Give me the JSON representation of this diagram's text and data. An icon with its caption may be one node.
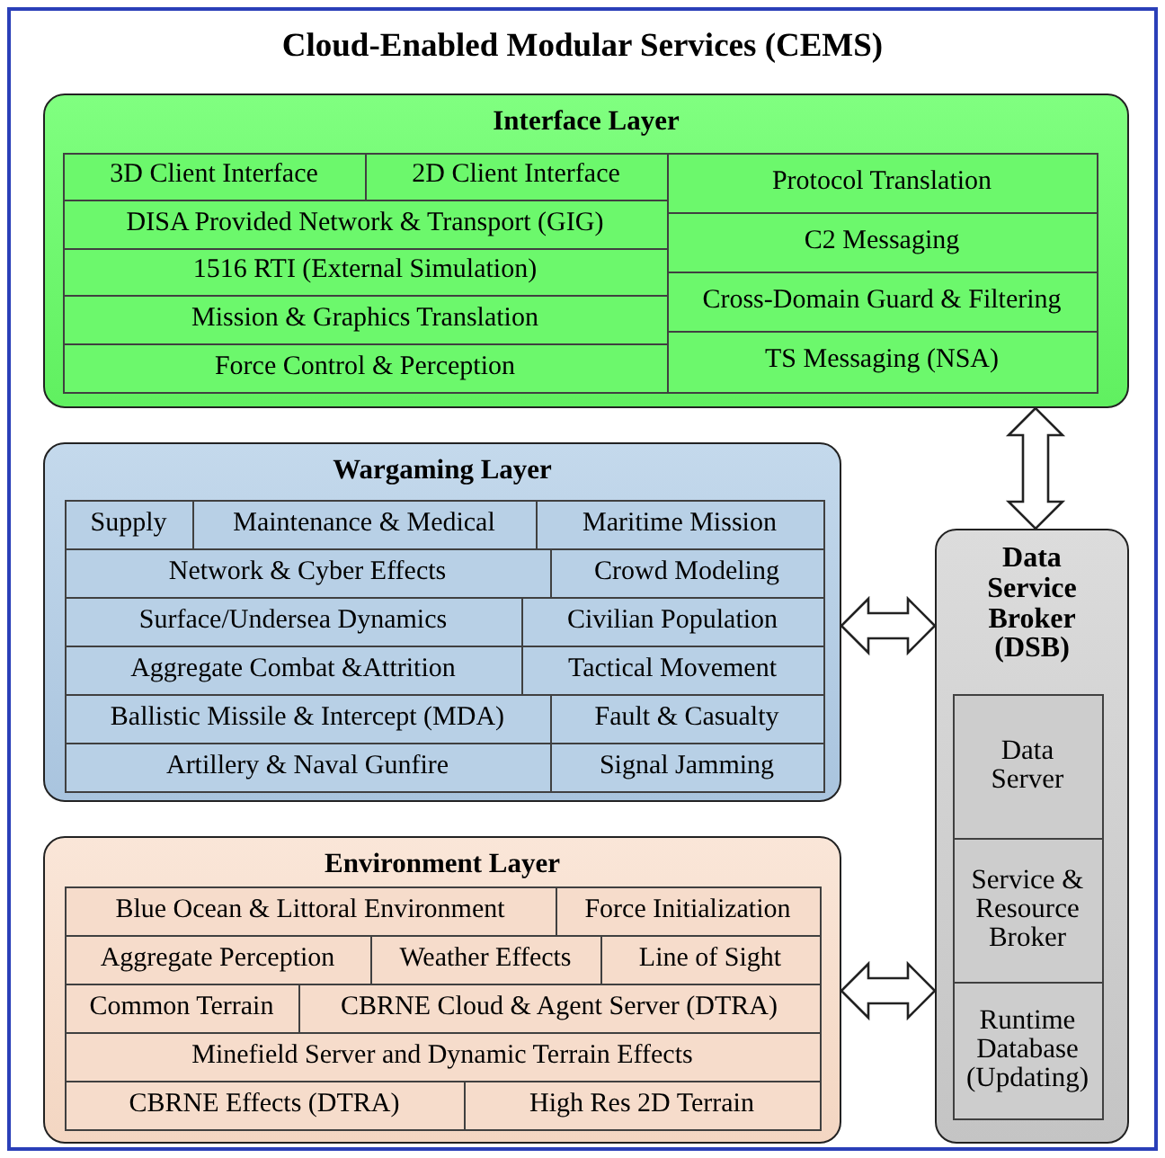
{
  "diagram": {
    "nodes": [
      {
        "text": [
          "Cloud-Enabled Modular Services (CEMS)"
        ]
      },
      {
        "text": [
          "Interface Layer"
        ],
        "in": 0
      },
      {
        "text": [
          "3D Client Interface"
        ],
        "in": 1
      },
      {
        "text": [
          "2D Client Interface"
        ],
        "in": 1
      },
      {
        "text": [
          "Protocol Translation"
        ],
        "in": 1
      },
      {
        "text": [
          "DISA Provided Network & Transport (GIG)"
        ],
        "in": 1
      },
      {
        "text": [
          "C2 Messaging"
        ],
        "in": 1
      },
      {
        "text": [
          "1516 RTI (External Simulation)"
        ],
        "in": 1
      },
      {
        "text": [
          "Cross-Domain Guard & Filtering"
        ],
        "in": 1
      },
      {
        "text": [
          "Mission & Graphics Translation"
        ],
        "in": 1
      },
      {
        "text": [
          "Force Control & Perception"
        ],
        "in": 1
      },
      {
        "text": [
          "TS Messaging (NSA)"
        ],
        "in": 1
      },
      {
        "text": [
          "Wargaming Layer"
        ],
        "in": 0
      },
      {
        "text": [
          "Supply"
        ],
        "in": 12
      },
      {
        "text": [
          "Maintenance & Medical"
        ],
        "in": 12
      },
      {
        "text": [
          "Maritime Mission"
        ],
        "in": 12
      },
      {
        "text": [
          "Network & Cyber Effects"
        ],
        "in": 12
      },
      {
        "text": [
          "Crowd Modeling"
        ],
        "in": 12
      },
      {
        "text": [
          "Surface/Undersea Dynamics"
        ],
        "in": 12
      },
      {
        "text": [
          "Civilian Population"
        ],
        "in": 12
      },
      {
        "text": [
          "Aggregate Combat &Attrition"
        ],
        "in": 12
      },
      {
        "text": [
          "Tactical Movement"
        ],
        "in": 12
      },
      {
        "text": [
          "Ballistic Missile & Intercept (MDA)"
        ],
        "in": 12
      },
      {
        "text": [
          "Fault & Casualty"
        ],
        "in": 12
      },
      {
        "text": [
          "Artillery & Naval Gunfire"
        ],
        "in": 12
      },
      {
        "text": [
          "Signal Jamming"
        ],
        "in": 12
      },
      {
        "text": [
          "Environment Layer"
        ],
        "in": 0
      },
      {
        "text": [
          "Blue Ocean & Littoral Environment"
        ],
        "in": 26
      },
      {
        "text": [
          "Force Initialization"
        ],
        "in": 26
      },
      {
        "text": [
          "Aggregate Perception"
        ],
        "in": 26
      },
      {
        "text": [
          "Weather Effects"
        ],
        "in": 26
      },
      {
        "text": [
          "Line of Sight"
        ],
        "in": 26
      },
      {
        "text": [
          "Common Terrain"
        ],
        "in": 26
      },
      {
        "text": [
          "CBRNE Cloud & Agent Server (DTRA)"
        ],
        "in": 26
      },
      {
        "text": [
          "Minefield Server and Dynamic Terrain Effects"
        ],
        "in": 26
      },
      {
        "text": [
          "CBRNE Effects (DTRA)"
        ],
        "in": 26
      },
      {
        "text": [
          "High Res 2D Terrain"
        ],
        "in": 26
      },
      {
        "text": [
          "Data Service Broker (DSB)"
        ],
        "in": 0
      },
      {
        "text": [
          "Data Server"
        ],
        "in": 37
      },
      {
        "text": [
          "Service & Resource Broker"
        ],
        "in": 37
      },
      {
        "text": [
          "Runtime Database (Updating)"
        ],
        "in": 37
      }
    ],
    "edges": [
      {
        "from": 1,
        "to": 37,
        "arrow": "both"
      },
      {
        "from": 12,
        "to": 37,
        "arrow": "both"
      },
      {
        "from": 26,
        "to": 37,
        "arrow": "both"
      }
    ]
  }
}
